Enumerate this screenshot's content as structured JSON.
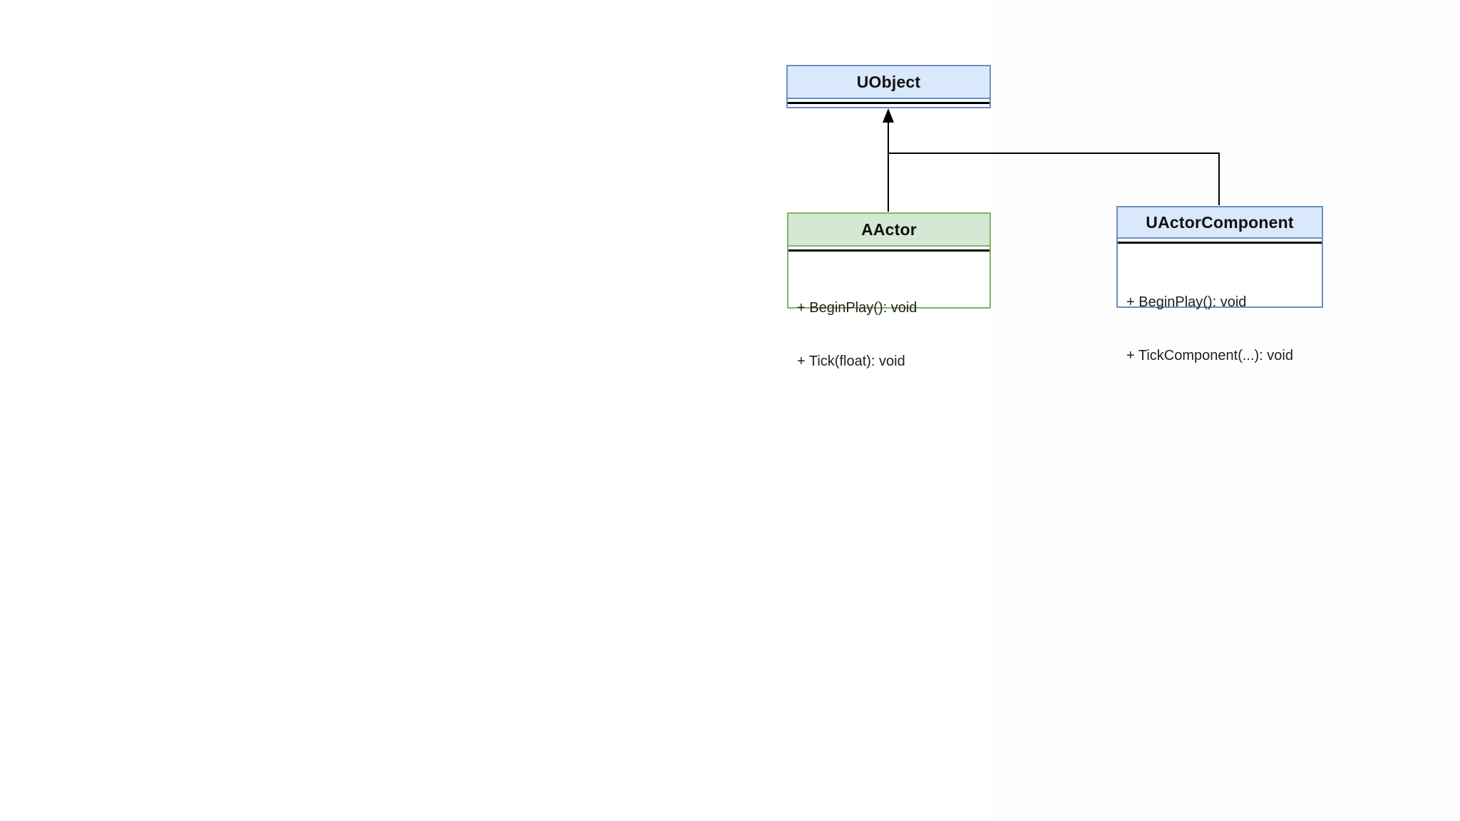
{
  "diagram": {
    "type": "uml-class-diagram",
    "classes": [
      {
        "id": "uobject",
        "name": "UObject",
        "style": "blue",
        "members": []
      },
      {
        "id": "aactor",
        "name": "AActor",
        "style": "green",
        "members": [
          "+ BeginPlay(): void",
          "+ Tick(float): void"
        ]
      },
      {
        "id": "uactorcomponent",
        "name": "UActorComponent",
        "style": "blue",
        "members": [
          "+ BeginPlay(): void",
          "+ TickComponent(...): void"
        ]
      }
    ],
    "relations": [
      {
        "from": "AActor",
        "to": "UObject",
        "type": "inheritance"
      },
      {
        "from": "UActorComponent",
        "to": "UObject",
        "type": "inheritance"
      }
    ],
    "colors": {
      "blue_fill": "#dae8fc",
      "blue_border": "#6c8ebf",
      "green_fill": "#d5e8d4",
      "green_border": "#82b366",
      "edge": "#000000",
      "background": "#ffffff"
    }
  }
}
